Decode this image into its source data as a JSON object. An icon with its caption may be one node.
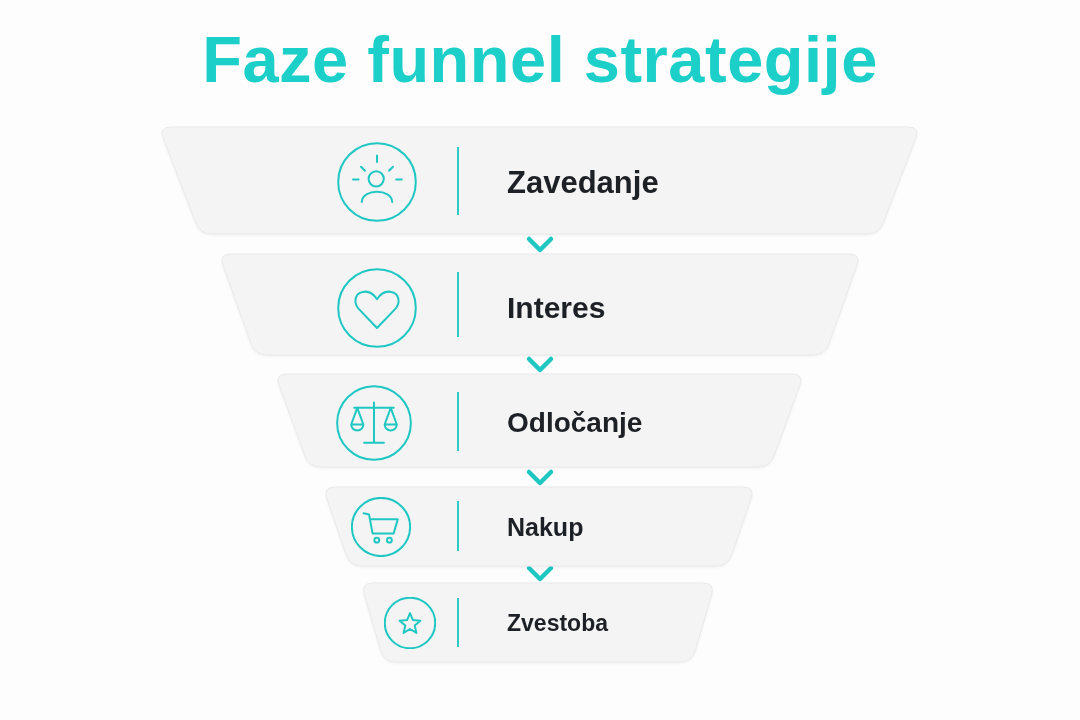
{
  "diagram": {
    "title": "Faze funnel strategije",
    "nodes": [
      {
        "text": [
          "Zavedanje"
        ]
      },
      {
        "text": [
          "Interes"
        ]
      },
      {
        "text": [
          "Odločanje"
        ]
      },
      {
        "text": [
          "Nakup"
        ]
      },
      {
        "text": [
          "Zvestoba"
        ]
      }
    ],
    "edges": [
      {
        "from": 0,
        "to": 1,
        "arrow": "to"
      },
      {
        "from": 1,
        "to": 2,
        "arrow": "to"
      },
      {
        "from": 2,
        "to": 3,
        "arrow": "to"
      },
      {
        "from": 3,
        "to": 4,
        "arrow": "to"
      }
    ]
  }
}
